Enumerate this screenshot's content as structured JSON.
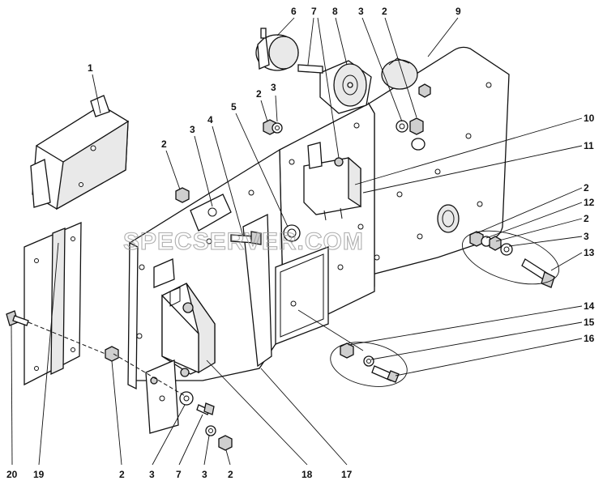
{
  "watermark": "SPECSERVER.COM",
  "callouts": [
    {
      "id": "c1",
      "label": "1"
    },
    {
      "id": "c2a",
      "label": "2"
    },
    {
      "id": "c3a",
      "label": "3"
    },
    {
      "id": "c4",
      "label": "4"
    },
    {
      "id": "c5",
      "label": "5"
    },
    {
      "id": "c2b",
      "label": "2"
    },
    {
      "id": "c3b",
      "label": "3"
    },
    {
      "id": "c6",
      "label": "6"
    },
    {
      "id": "c7a",
      "label": "7"
    },
    {
      "id": "c8",
      "label": "8"
    },
    {
      "id": "c3c",
      "label": "3"
    },
    {
      "id": "c2c",
      "label": "2"
    },
    {
      "id": "c9",
      "label": "9"
    },
    {
      "id": "c10",
      "label": "10"
    },
    {
      "id": "c11",
      "label": "11"
    },
    {
      "id": "c2d",
      "label": "2"
    },
    {
      "id": "c12",
      "label": "12"
    },
    {
      "id": "c2e",
      "label": "2"
    },
    {
      "id": "c3d",
      "label": "3"
    },
    {
      "id": "c13",
      "label": "13"
    },
    {
      "id": "c14",
      "label": "14"
    },
    {
      "id": "c15",
      "label": "15"
    },
    {
      "id": "c16",
      "label": "16"
    },
    {
      "id": "c20",
      "label": "20"
    },
    {
      "id": "c19",
      "label": "19"
    },
    {
      "id": "c2f",
      "label": "2"
    },
    {
      "id": "c3e",
      "label": "3"
    },
    {
      "id": "c7b",
      "label": "7"
    },
    {
      "id": "c3f",
      "label": "3"
    },
    {
      "id": "c2g",
      "label": "2"
    },
    {
      "id": "c18",
      "label": "18"
    },
    {
      "id": "c17",
      "label": "17"
    }
  ]
}
